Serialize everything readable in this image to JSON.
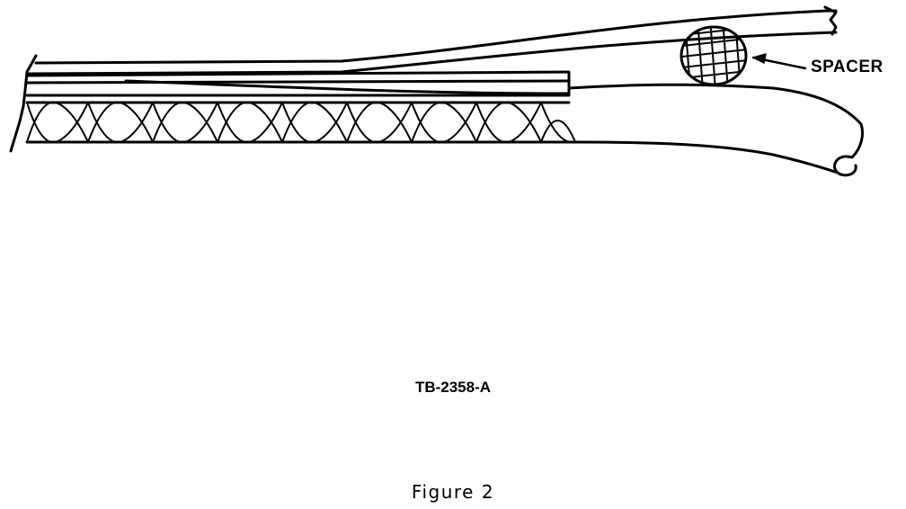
{
  "diagram": {
    "callout_label": "SPACER",
    "drawing_number": "TB-2358-A",
    "caption": "Figure 2"
  },
  "colors": {
    "ink": "#000000",
    "paper": "#ffffff"
  }
}
